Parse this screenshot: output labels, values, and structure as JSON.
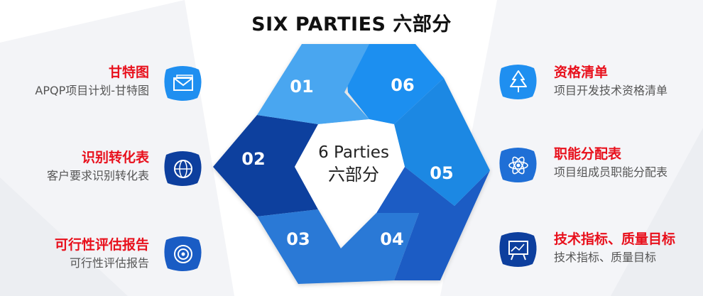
{
  "title": "SIX PARTIES  六部分",
  "center": {
    "line1": "6 Parties",
    "line2": "六部分"
  },
  "segments": [
    {
      "num": "01",
      "color": "#4aa6f0"
    },
    {
      "num": "02",
      "color": "#0d3f9e"
    },
    {
      "num": "03",
      "color": "#2a79d6"
    },
    {
      "num": "04",
      "color": "#1a5cc4"
    },
    {
      "num": "05",
      "color": "#1f88e3"
    },
    {
      "num": "06",
      "color": "#1f8ff0"
    }
  ],
  "items": [
    {
      "title": "甘特图",
      "subtitle": "APQP项目计划-甘特图",
      "icon": "envelope-icon"
    },
    {
      "title": "识别转化表",
      "subtitle": "客户要求识别转化表",
      "icon": "globe-icon"
    },
    {
      "title": "可行性评估报告",
      "subtitle": "可行性评估报告",
      "icon": "target-icon"
    },
    {
      "title": "资格清单",
      "subtitle": "项目开发技术资格清单",
      "icon": "tree-icon"
    },
    {
      "title": "职能分配表",
      "subtitle": "项目组成员职能分配表",
      "icon": "atom-icon"
    },
    {
      "title": "技术指标、质量目标",
      "subtitle": "技术指标、质量目标",
      "icon": "presentation-icon"
    }
  ],
  "colors": {
    "title_red": "#e8101c",
    "badge_light": "#1f8ff0",
    "badge_dark": "#0d3f9e"
  }
}
